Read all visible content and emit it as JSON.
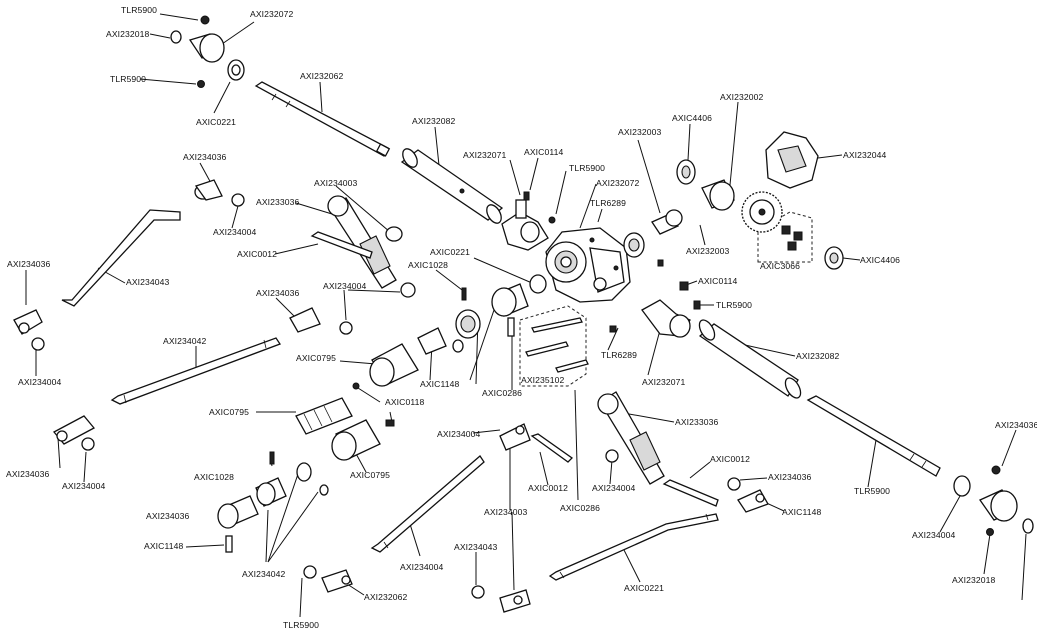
{
  "labels": [
    "TLR5900",
    "AXI232072",
    "AXI232018",
    "TLR5900",
    "AXIC0221",
    "AXI232062",
    "AXI232082",
    "AXI232071",
    "AXIC0114",
    "TLR5900",
    "AXI232072",
    "TLR6289",
    "AXI232003",
    "AXIC4406",
    "AXI232002",
    "AXI232044",
    "AXI232003",
    "AXIC3066",
    "AXIC4406",
    "AXI234036",
    "AXI234004",
    "AXI234003",
    "AXI233036",
    "AXIC0012",
    "AXI234036",
    "AXI234043",
    "AXIC0221",
    "AXIC1028",
    "AXIC0114",
    "TLR5900",
    "AXI234036",
    "AXI234004",
    "AXI234004",
    "AXI234042",
    "AXIC0795",
    "AXIC1148",
    "AXIC0286",
    "AXI235102",
    "TLR6289",
    "AXI232071",
    "AXI232082",
    "AXIC0795",
    "AXIC0118",
    "AXI234004",
    "AXI233036",
    "AXIC0012",
    "AXI234036",
    "AXIC0795",
    "AXIC1028",
    "AXI234004",
    "AXIC0012",
    "AXI234004",
    "AXI234036",
    "AXIC1148",
    "AXI234036",
    "AXI234003",
    "AXIC0286",
    "AXIC1148",
    "AXI234042",
    "AXI234004",
    "AXI234043",
    "AXI232062",
    "TLR5900",
    "AXIC0221",
    "TLR5900",
    "AXI234036",
    "AXI234004",
    "AXI232018"
  ]
}
